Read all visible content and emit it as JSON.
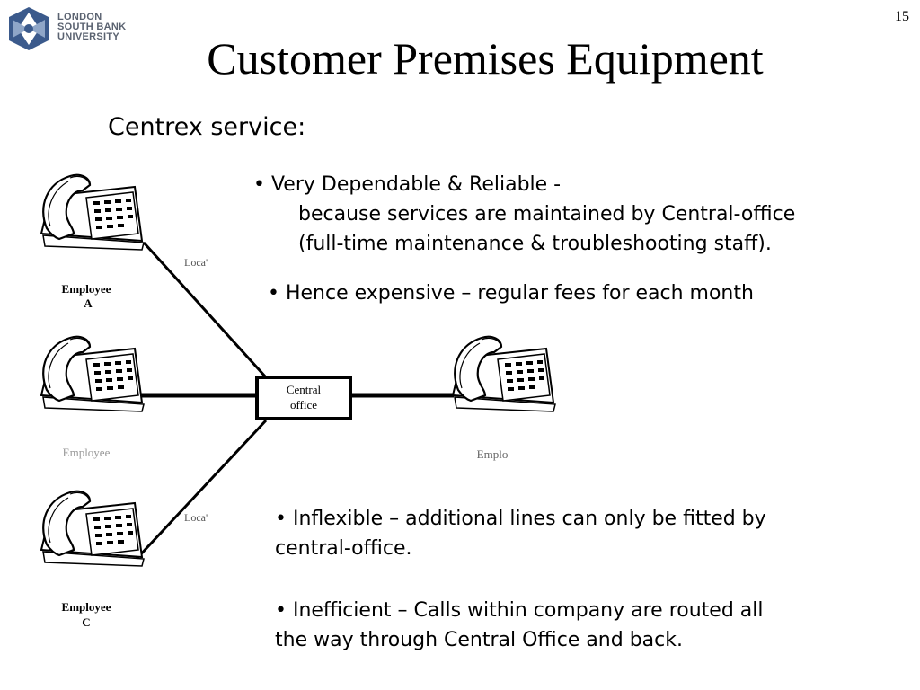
{
  "slide": {
    "number": "15",
    "title": "Customer Premises Equipment",
    "subtitle": "Centrex service:"
  },
  "logo": {
    "lines": [
      "LONDON",
      "SOUTH BANK",
      "UNIVERSITY"
    ],
    "color": "#5a6270",
    "accent": "#3b5a8c"
  },
  "bullets": {
    "reliable": {
      "line1": "• Very Dependable & Reliable -",
      "line2": "because services are maintained by Central-office",
      "line3": "(full-time maintenance & troubleshooting staff)."
    },
    "expensive": "• Hence expensive – regular fees for each month",
    "inflexible": {
      "line1": "• Inflexible – additional lines can only be fitted by",
      "line2": "central-office."
    },
    "inefficient": {
      "line1": "• Inefficient – Calls within company are routed all",
      "line2": "the way through Central Office and back."
    }
  },
  "diagram": {
    "central_office": [
      "Central",
      "office"
    ],
    "employee_a": [
      "Employee",
      "A"
    ],
    "employee_b": "Employee",
    "employee_c": [
      "Employee",
      "C"
    ],
    "employee_right": "Emplo",
    "local_loop_a": "Loca'",
    "local_loop_c": "Loca'"
  }
}
